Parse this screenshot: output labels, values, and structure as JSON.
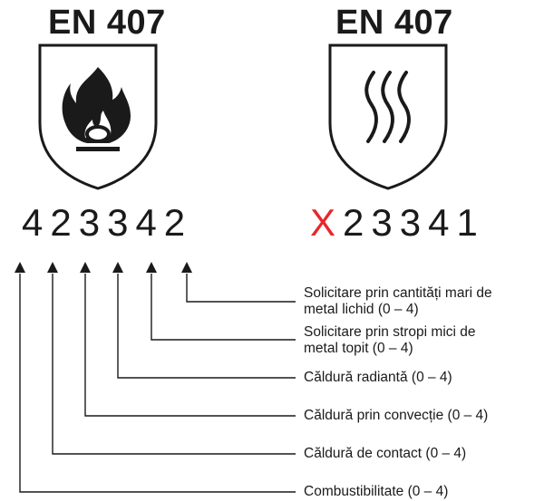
{
  "left_badge": {
    "title": "EN 407",
    "icon": "flame-icon",
    "code": [
      "4",
      "2",
      "3",
      "3",
      "4",
      "2"
    ]
  },
  "right_badge": {
    "title": "EN 407",
    "icon": "heat-waves-icon",
    "code_x": "X",
    "code_rest": [
      "2",
      "3",
      "3",
      "4",
      "1"
    ],
    "x_color": "#e8262c"
  },
  "labels": [
    {
      "line1": "Solicitare prin cantități mari de",
      "line2": "metal lichid (0 – 4)"
    },
    {
      "line1": "Solicitare prin stropi mici de",
      "line2": "metal topit (0 – 4)"
    },
    {
      "line1": "Căldură radiantă (0 – 4)",
      "line2": ""
    },
    {
      "line1": "Căldură prin convecție (0 – 4)",
      "line2": ""
    },
    {
      "line1": "Căldură de contact (0 – 4)",
      "line2": ""
    },
    {
      "line1": "Combustibilitate (0 – 4)",
      "line2": ""
    }
  ]
}
